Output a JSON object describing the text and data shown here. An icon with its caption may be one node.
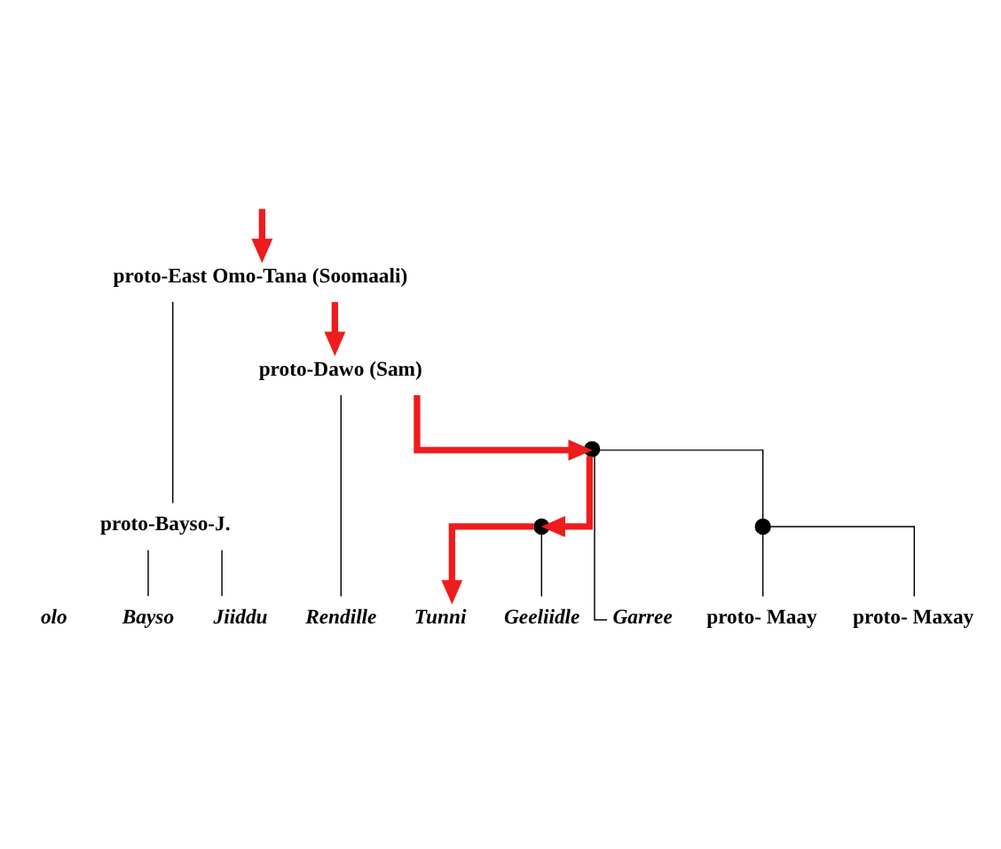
{
  "diagram": {
    "nodes": [
      {
        "text": [
          "proto-East Omo-Tana (Soomaali)"
        ]
      },
      {
        "text": [
          "proto-Bayso-J."
        ]
      },
      {
        "text": [
          "proto-Dawo (Sam)"
        ]
      },
      {
        "text": [],
        "shape": "point"
      },
      {
        "text": [],
        "shape": "point"
      },
      {
        "text": [],
        "shape": "point"
      },
      {
        "text": [
          "proto- Maay"
        ]
      },
      {
        "text": [
          "proto- Maxay"
        ]
      },
      {
        "text": [
          "Bayso"
        ]
      },
      {
        "text": [
          "Jiiddu"
        ]
      },
      {
        "text": [
          "Rendille"
        ]
      },
      {
        "text": [
          "Tunni"
        ]
      },
      {
        "text": [
          "Geeliidle"
        ]
      },
      {
        "text": [
          "Garree"
        ]
      }
    ],
    "edges": [
      {
        "from": null,
        "to": 0,
        "arrow": "to",
        "style": "thick",
        "color": "#ee1c1c"
      },
      {
        "from": 0,
        "to": 1,
        "arrow": "none"
      },
      {
        "from": 0,
        "to": 2,
        "arrow": "to",
        "style": "thick",
        "color": "#ee1c1c"
      },
      {
        "from": 1,
        "to": 8,
        "arrow": "none"
      },
      {
        "from": 1,
        "to": 9,
        "arrow": "none"
      },
      {
        "from": 2,
        "to": 10,
        "arrow": "none"
      },
      {
        "from": 2,
        "to": 3,
        "arrow": "to",
        "style": "thick",
        "color": "#ee1c1c"
      },
      {
        "from": 3,
        "to": 4,
        "arrow": "to",
        "style": "thick",
        "color": "#ee1c1c"
      },
      {
        "from": 3,
        "to": 13,
        "arrow": "none"
      },
      {
        "from": 3,
        "to": 5,
        "arrow": "none"
      },
      {
        "from": 5,
        "to": 6,
        "arrow": "none"
      },
      {
        "from": 5,
        "to": 7,
        "arrow": "none"
      },
      {
        "from": 4,
        "to": 11,
        "arrow": "to",
        "style": "thick",
        "color": "#ee1c1c"
      },
      {
        "from": 4,
        "to": 12,
        "arrow": "none"
      }
    ],
    "labels": [
      "olo"
    ]
  }
}
